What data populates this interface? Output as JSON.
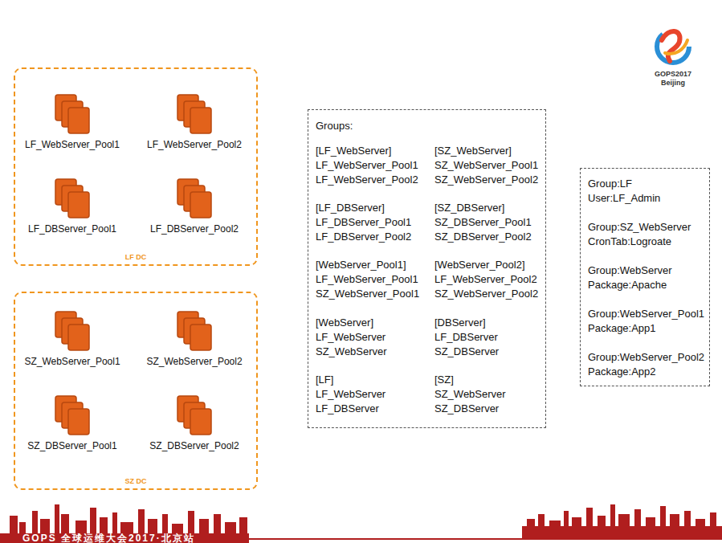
{
  "diagram": {
    "nodes": [
      {
        "text": [
          "LF DC"
        ]
      },
      {
        "text": [
          "LF_WebServer_Pool1"
        ],
        "in": 0
      },
      {
        "text": [
          "LF_WebServer_Pool2"
        ],
        "in": 0
      },
      {
        "text": [
          "LF_DBServer_Pool1"
        ],
        "in": 0
      },
      {
        "text": [
          "LF_DBServer_Pool2"
        ],
        "in": 0
      },
      {
        "text": [
          "SZ DC"
        ]
      },
      {
        "text": [
          "SZ_WebServer_Pool1"
        ],
        "in": 5
      },
      {
        "text": [
          "SZ_WebServer_Pool2"
        ],
        "in": 5
      },
      {
        "text": [
          "SZ_DBServer_Pool1"
        ],
        "in": 5
      },
      {
        "text": [
          "SZ_DBServer_Pool2"
        ],
        "in": 5
      },
      {
        "text": [
          "Groups:",
          "[LF_WebServer] LF_WebServer_Pool1 LF_WebServer_Pool2",
          "[SZ_WebServer] SZ_WebServer_Pool1 SZ_WebServer_Pool2",
          "[LF_DBServer] LF_DBServer_Pool1 LF_DBServer_Pool2",
          "[SZ_DBServer] SZ_DBServer_Pool1 SZ_DBServer_Pool2",
          "[WebServer_Pool1] LF_WebServer_Pool1 SZ_WebServer_Pool1",
          "[WebServer_Pool2] LF_WebServer_Pool2 SZ_WebServer_Pool2",
          "[WebServer] LF_WebServer SZ_WebServer",
          "[DBServer] LF_DBServer SZ_DBServer",
          "[LF] LF_WebServer LF_DBServer",
          "[SZ] SZ_WebServer SZ_DBServer"
        ]
      },
      {
        "text": [
          "Group:LF User:LF_Admin",
          "Group:SZ_WebServer CronTab:Logroate",
          "Group:WebServer Package:Apache",
          "Group:WebServer_Pool1 Package:App1",
          "Group:WebServer_Pool2 Package:App2"
        ]
      }
    ],
    "edges": [],
    "labels": [
      "GOPS2017",
      "Beijing",
      "GOPS 全球运维大会2017·北京站"
    ]
  }
}
